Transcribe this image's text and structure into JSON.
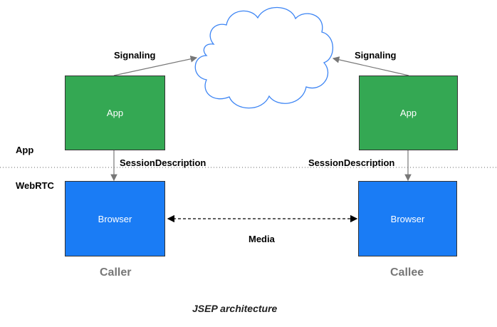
{
  "labels": {
    "signaling_left": "Signaling",
    "signaling_right": "Signaling",
    "session_left": "SessionDescription",
    "session_right": "SessionDescription",
    "layer_app": "App",
    "layer_webrtc": "WebRTC",
    "media": "Media"
  },
  "boxes": {
    "app_left": "App",
    "app_right": "App",
    "browser_left": "Browser",
    "browser_right": "Browser"
  },
  "roles": {
    "caller": "Caller",
    "callee": "Callee"
  },
  "caption": "JSEP architecture",
  "colors": {
    "app": "#34a853",
    "browser": "#1a7cf5",
    "cloud_stroke": "#3d85f4",
    "arrow": "#777777",
    "role_text": "#777777"
  }
}
